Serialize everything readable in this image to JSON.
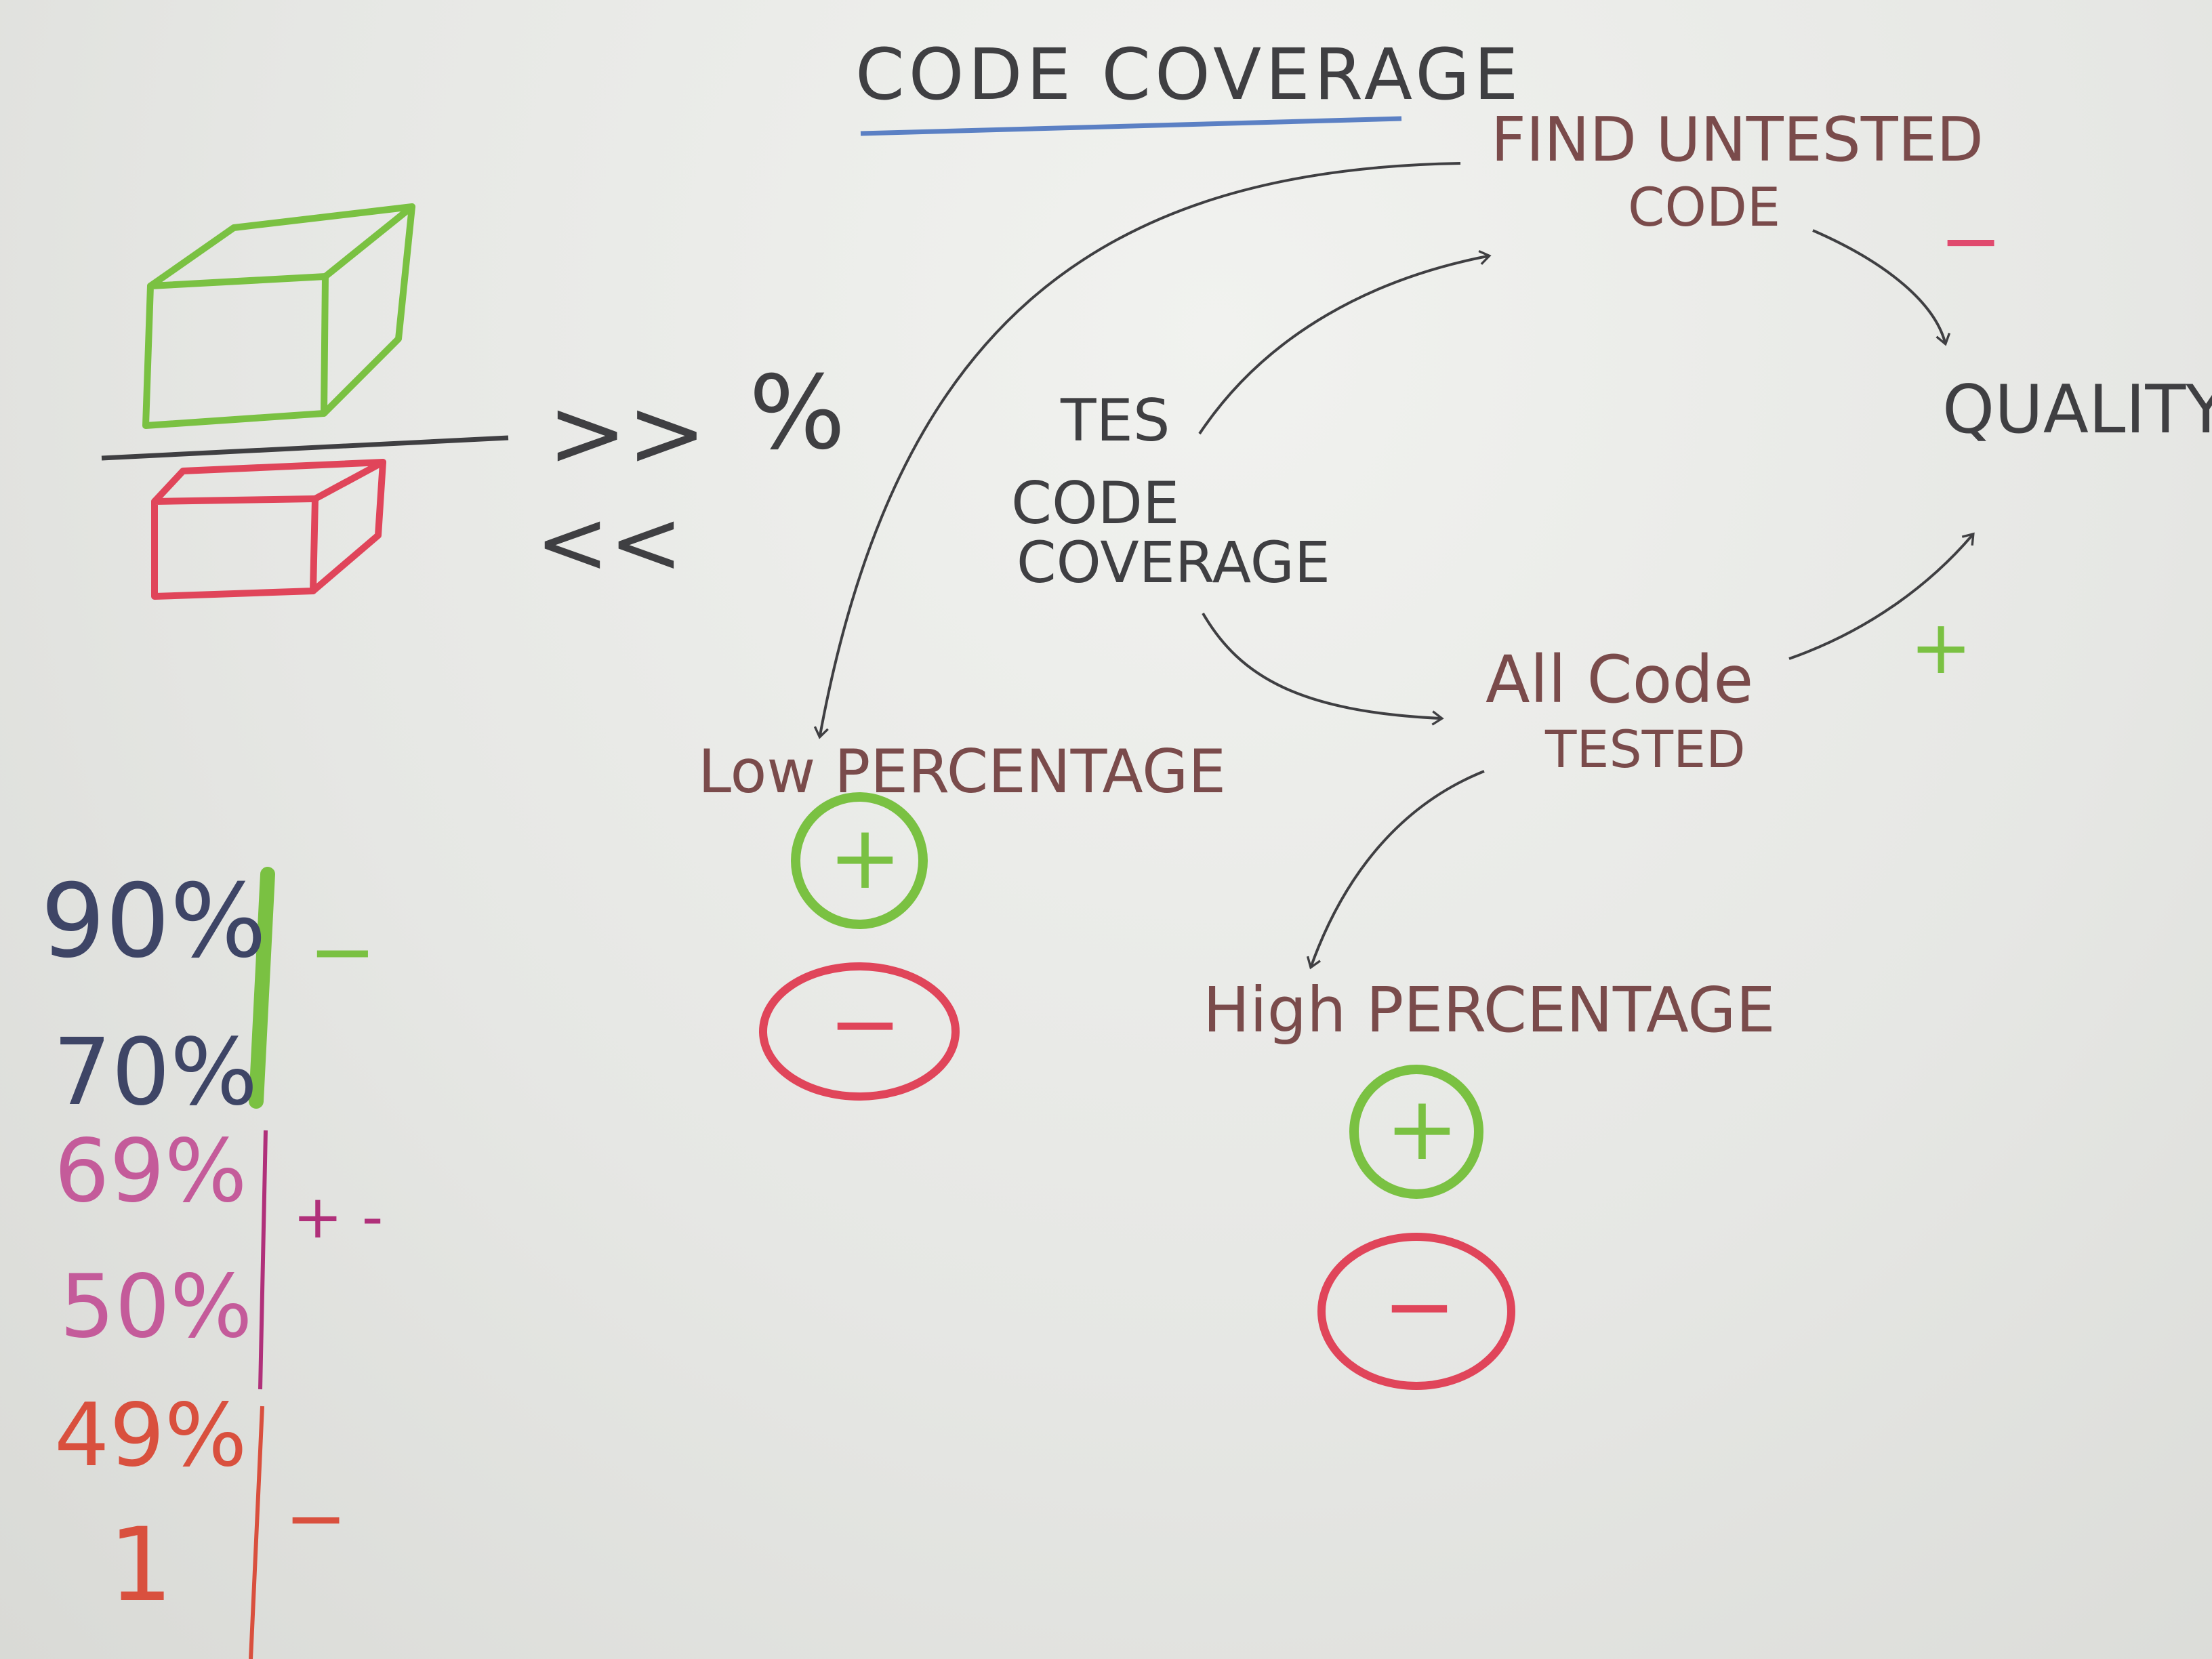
{
  "title": "CODE COVERAGE",
  "formula": {
    "ratio_symbol": "%",
    "more": ">>",
    "less": "<<"
  },
  "center": {
    "line1": "TES",
    "line2": "CODE",
    "line3": "COVERAGE"
  },
  "nodes": {
    "find_untested": [
      "FIND UNTESTED",
      "CODE"
    ],
    "quality": "QUALITY",
    "all_code_tested": [
      "All Code",
      "TESTED"
    ],
    "low_percentage": "Low PERCENTAGE",
    "high_percentage": "High PERCENTAGE"
  },
  "signs": {
    "plus": "+",
    "minus": "−",
    "plus_minus": "+ -",
    "find_to_quality": "−",
    "all_to_quality": "+"
  },
  "scale": {
    "groups": [
      {
        "top": "90%",
        "bottom": "70%",
        "verdict": "−",
        "color": "#3e4566",
        "bar_color": "#7ac142"
      },
      {
        "top": "69%",
        "bottom": "50%",
        "verdict": "+ -",
        "color": "#c45b9a",
        "bar_color": "#b0307a"
      },
      {
        "top": "49%",
        "bottom": "1",
        "verdict": "−",
        "color": "#d9503e",
        "bar_color": "#d9503e"
      }
    ]
  },
  "colors": {
    "ink_dark": "#3f3f42",
    "ink_brown": "#7a4b4b",
    "green": "#7ac142",
    "red": "#e0455a",
    "magenta": "#e04a6e",
    "underline_blue": "#5b80c4"
  }
}
